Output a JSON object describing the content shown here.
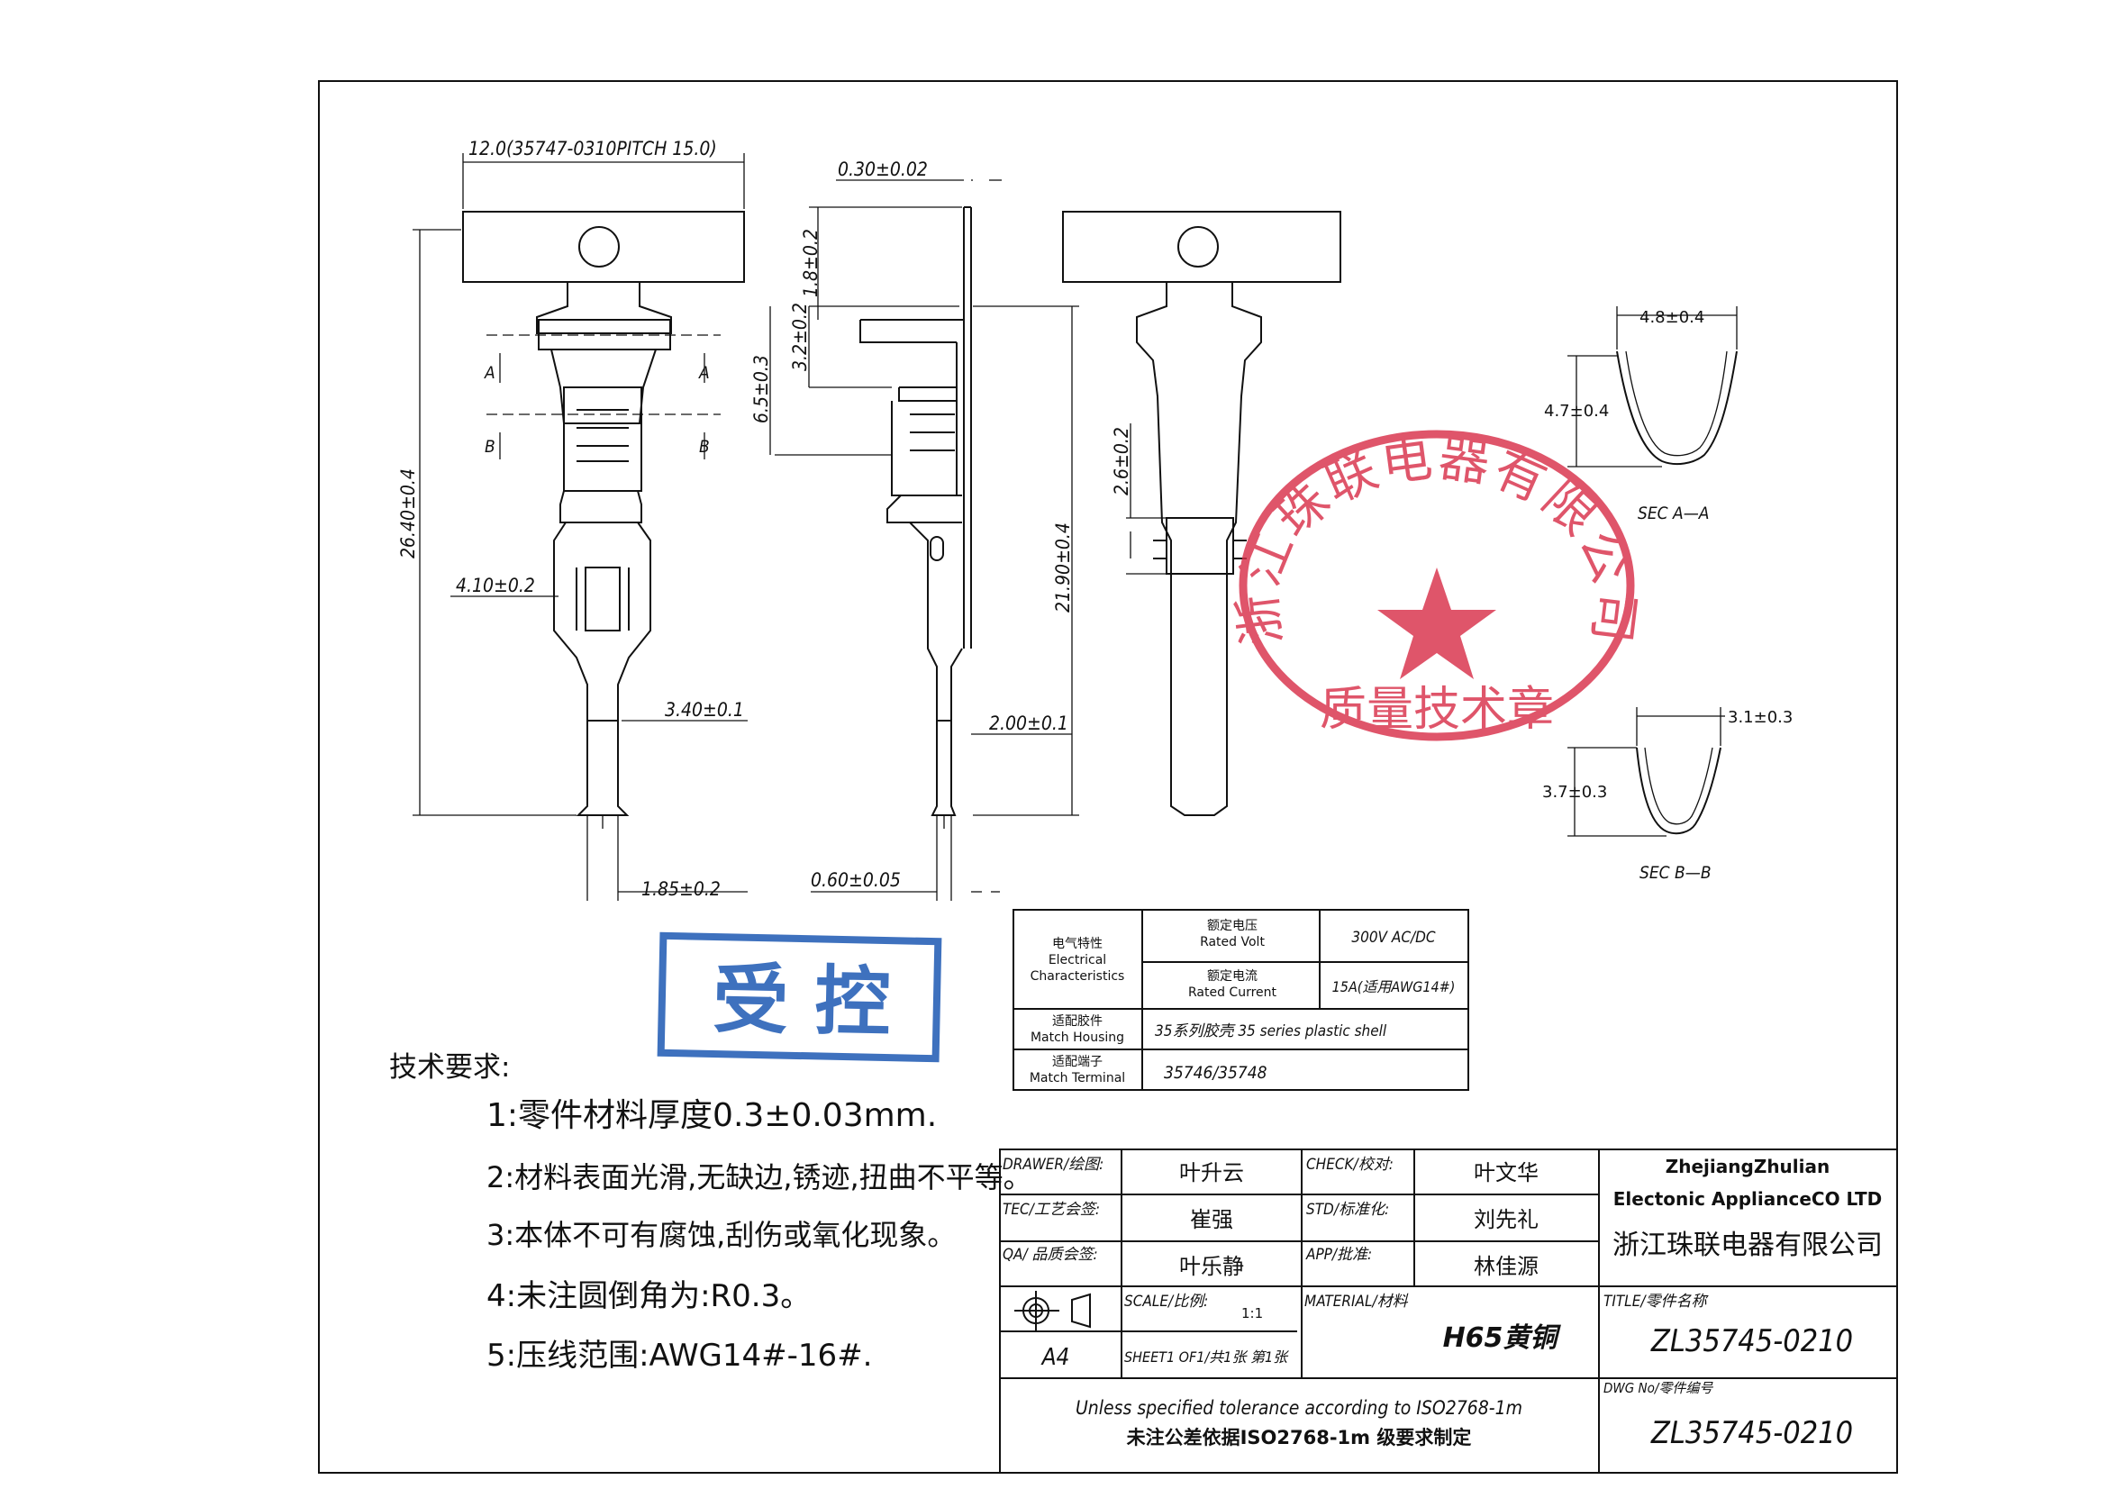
{
  "drawing": {
    "front_view": {
      "top_dim": "12.0(35747-0310PITCH  15.0)",
      "overall_length": "26.40±0.4",
      "width_a": "4.10±0.2",
      "width_b": "3.40±0.1",
      "pin_dia": "1.85±0.2",
      "sec_a": "A",
      "sec_b": "B"
    },
    "side_view": {
      "thickness": "0.30±0.02",
      "dim_1": "1.8±0.2",
      "dim_2": "3.2±0.2",
      "dim_3": "6.5±0.3",
      "dim_4": "2.6±0.2",
      "dim_5": "21.90±0.4",
      "dim_6": "2.00±0.1",
      "dim_7": "0.60±0.05"
    },
    "sections": {
      "aa_width": "4.8±0.4",
      "aa_height": "4.7±0.4",
      "aa_label": "SEC  A—A",
      "bb_width": "3.1±0.3",
      "bb_height": "3.7±0.3",
      "bb_label": "SEC  B—B"
    }
  },
  "stamps": {
    "company_ring": "浙江珠联电器有限公司",
    "company_center": "质量技术章",
    "controlled": "受 控",
    "red": "#d8304a",
    "blue": "#2a62b8"
  },
  "spec_table": {
    "r1_label": [
      "电气特性",
      "Electrical",
      "Characteristics"
    ],
    "r1a_label": [
      "额定电压",
      "Rated Volt"
    ],
    "r1a_value": "300V AC/DC",
    "r1b_label": [
      "额定电流",
      "Rated Current"
    ],
    "r1b_value": "15A(适用AWG14#)",
    "r2_label": [
      "适配胶件",
      "Match Housing"
    ],
    "r2_value": "35系列胶壳 35 series plastic shell",
    "r3_label": [
      "适配端子",
      "Match Terminal"
    ],
    "r3_value": "35746/35748"
  },
  "notes": {
    "title": "技术要求:",
    "items": [
      "1:零件材料厚度0.3±0.03mm.",
      "2:材料表面光滑,无缺边,锈迹,扭曲不平等。",
      "3:本体不可有腐蚀,刮伤或氧化现象。",
      "4:未注圆倒角为:R0.3。",
      "5:压线范围:AWG14#-16#."
    ]
  },
  "title_block": {
    "drawer_label": "DRAWER/绘图:",
    "drawer_value": "叶升云",
    "check_label": "CHECK/校对:",
    "check_value": "叶文华",
    "tec_label": "TEC/工艺会签:",
    "tec_value": "崔强",
    "std_label": "STD/标准化:",
    "std_value": "刘先礼",
    "qa_label": "QA/ 品质会签:",
    "qa_value": "叶乐静",
    "app_label": "APP/批准:",
    "app_value": "林佳源",
    "company_en_1": "ZhejiangZhulian",
    "company_en_2": "Electonic ApplianceCO LTD",
    "company_cn": "浙江珠联电器有限公司",
    "scale_label": "SCALE/比例:",
    "scale_value": "1:1",
    "material_label": "MATERIAL/材料",
    "material_value": "H65黄铜",
    "title_label": "TITLE/零件名称",
    "title_value": "ZL35745-0210",
    "sheet_text": "SHEET1 OF1/共1张 第1张",
    "paper_size": "A4",
    "tolerance_en": "Unless specified tolerance according to ISO2768-1m",
    "tolerance_cn": "未注公差依据ISO2768-1m 级要求制定",
    "dwg_label": "DWG No/零件编号",
    "dwg_value": "ZL35745-0210"
  }
}
